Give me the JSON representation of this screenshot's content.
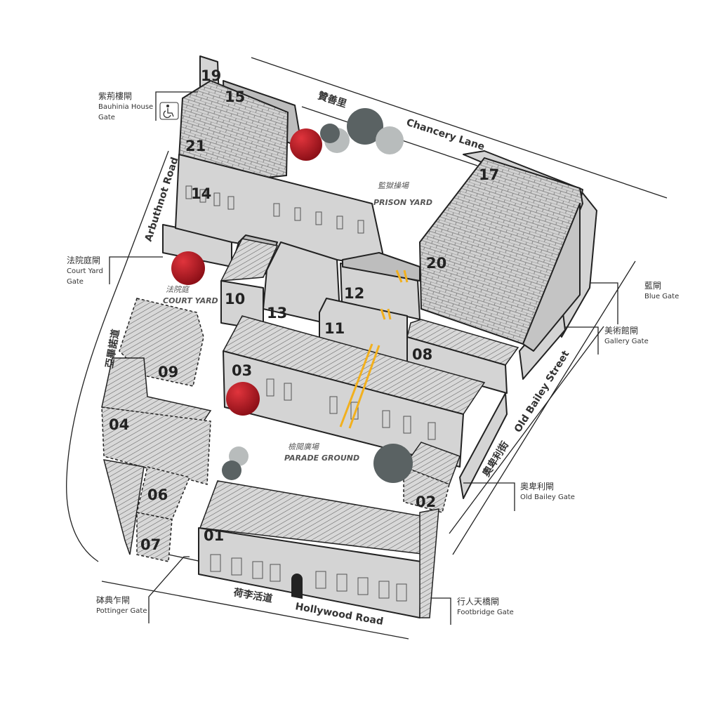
{
  "map": {
    "buildings": [
      "01",
      "02",
      "03",
      "04",
      "06",
      "07",
      "08",
      "09",
      "10",
      "11",
      "12",
      "13",
      "14",
      "15",
      "17",
      "19",
      "20",
      "21"
    ],
    "roads": {
      "chancery_zh": "贊善里",
      "chancery_en": "Chancery Lane",
      "arbuthnot_zh": "亞畢諾道",
      "arbuthnot_en": "Arbuthnot Road",
      "oldbailey_zh": "奧卑利街",
      "oldbailey_en": "Old Bailey Street",
      "hollywood_zh": "荷李活道",
      "hollywood_en": "Hollywood Road"
    },
    "yards": {
      "prison_zh": "監獄操場",
      "prison_en": "PRISON YARD",
      "court_zh": "法院庭",
      "court_en": "COURT YARD",
      "parade_zh": "檢閱廣場",
      "parade_en": "PARADE GROUND"
    },
    "gates": {
      "bauhinia": {
        "zh": "紫荊樓閘",
        "en1": "Bauhinia House",
        "en2": "Gate",
        "icon": "wheelchair-accessible-icon"
      },
      "courtyard": {
        "zh": "法院庭閘",
        "en1": "Court Yard",
        "en2": "Gate"
      },
      "blue": {
        "zh": "藍閘",
        "en": "Blue Gate"
      },
      "gallery": {
        "zh": "美術館閘",
        "en": "Gallery Gate"
      },
      "oldbailey": {
        "zh": "奧卑利閘",
        "en": "Old Bailey Gate"
      },
      "footbridge": {
        "zh": "行人天橋閘",
        "en": "Footbridge Gate"
      },
      "pottinger": {
        "zh": "砵典乍閘",
        "en": "Pottinger Gate"
      }
    },
    "colors": {
      "marker": "#c0202a",
      "stair": "#f2b01e",
      "building": "#d4d4d4"
    }
  }
}
